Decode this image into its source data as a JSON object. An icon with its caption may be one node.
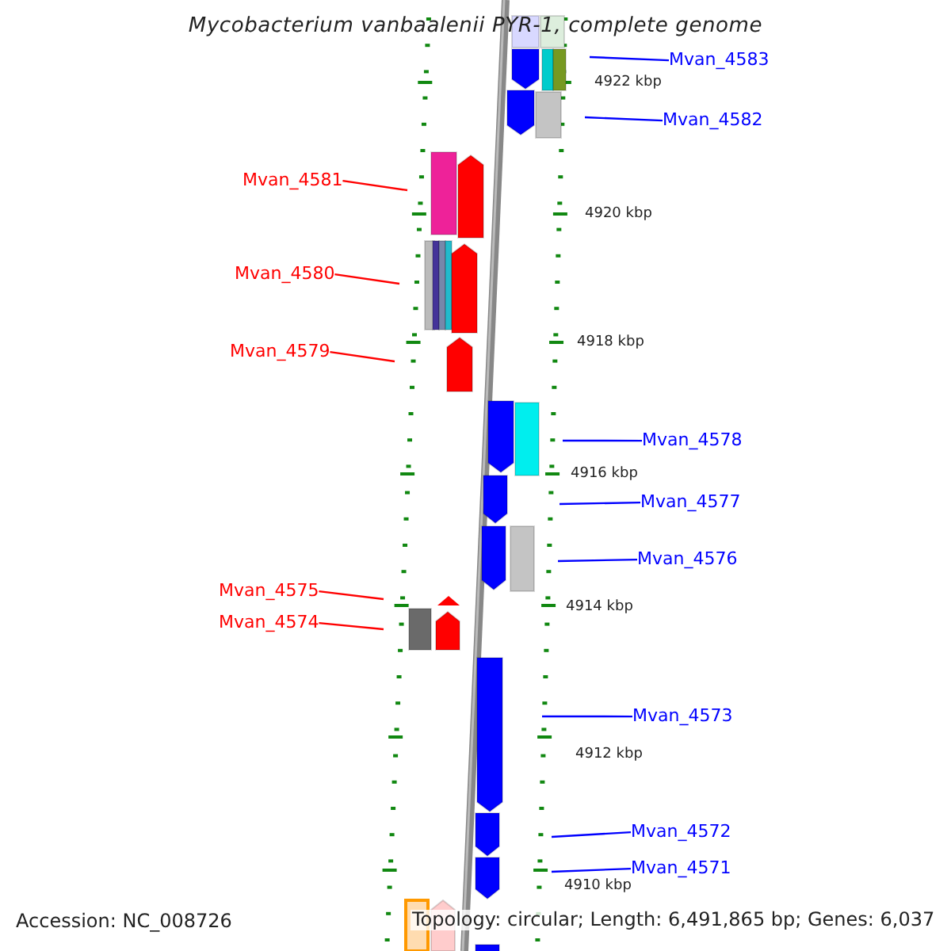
{
  "diagram": {
    "title": "Mycobacterium vanbaalenii PYR-1, complete genome",
    "nodes": [
      {
        "text": [
          "Mvan_4583"
        ]
      },
      {
        "text": [
          "Mvan_4582"
        ]
      },
      {
        "text": [
          "Mvan_4581"
        ]
      },
      {
        "text": [
          "Mvan_4580"
        ]
      },
      {
        "text": [
          "Mvan_4579"
        ]
      },
      {
        "text": [
          "Mvan_4578"
        ]
      },
      {
        "text": [
          "Mvan_4577"
        ]
      },
      {
        "text": [
          "Mvan_4576"
        ]
      },
      {
        "text": [
          "Mvan_4575"
        ]
      },
      {
        "text": [
          "Mvan_4574"
        ]
      },
      {
        "text": [
          "Mvan_4573"
        ]
      },
      {
        "text": [
          "Mvan_4572"
        ]
      },
      {
        "text": [
          "Mvan_4571"
        ]
      }
    ],
    "edges": [
      {
        "from": 0,
        "to": null,
        "arrow": "none"
      },
      {
        "from": 1,
        "to": null,
        "arrow": "none"
      },
      {
        "from": 2,
        "to": null,
        "arrow": "none",
        "color": "#ff0000"
      },
      {
        "from": 3,
        "to": null,
        "arrow": "none",
        "color": "#ff0000"
      },
      {
        "from": 4,
        "to": null,
        "arrow": "none",
        "color": "#ff0000"
      },
      {
        "from": 5,
        "to": null,
        "arrow": "none"
      },
      {
        "from": 6,
        "to": null,
        "arrow": "none"
      },
      {
        "from": 7,
        "to": null,
        "arrow": "none"
      },
      {
        "from": 8,
        "to": null,
        "arrow": "none",
        "color": "#ff0000"
      },
      {
        "from": 9,
        "to": null,
        "arrow": "none",
        "color": "#ff0000"
      },
      {
        "from": 10,
        "to": null,
        "arrow": "none"
      },
      {
        "from": 11,
        "to": null,
        "arrow": "none"
      },
      {
        "from": 12,
        "to": null,
        "arrow": "none"
      }
    ],
    "labels": [
      "4922 kbp",
      "4920 kbp",
      "4918 kbp",
      "4916 kbp",
      "4914 kbp",
      "4912 kbp",
      "4910 kbp",
      "Accession: NC_008726",
      "Topology: circular; Length: 6,491,865 bp; Genes: 6,037"
    ]
  }
}
